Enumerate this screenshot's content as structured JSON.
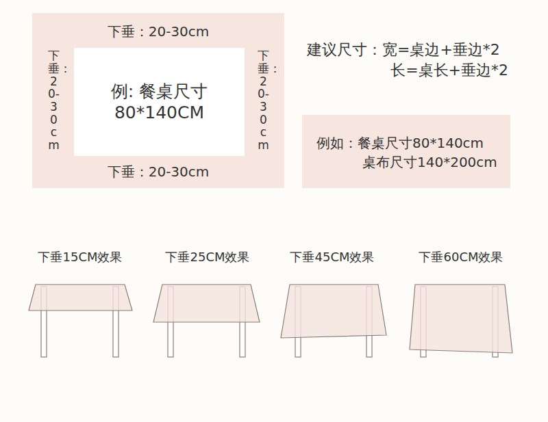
{
  "diagram": {
    "nodes": [
      {
        "text": [
          "下垂：20-30cm",
          "下垂：20-30cm",
          "下垂：20-30cm",
          "下垂：20-30cm"
        ]
      },
      {
        "text": [
          "例: 餐桌尺寸 80*140CM"
        ],
        "in": 0
      },
      {
        "text": [
          "例如：餐桌尺寸80*140cm",
          "桌布尺寸140*200cm"
        ]
      }
    ],
    "labels": [
      "建议尺寸：宽=桌边+垂边*2",
      "长=桌长+垂边*2",
      "下垂15CM效果",
      "下垂25CM效果",
      "下垂45CM效果",
      "下垂60CM效果"
    ]
  }
}
